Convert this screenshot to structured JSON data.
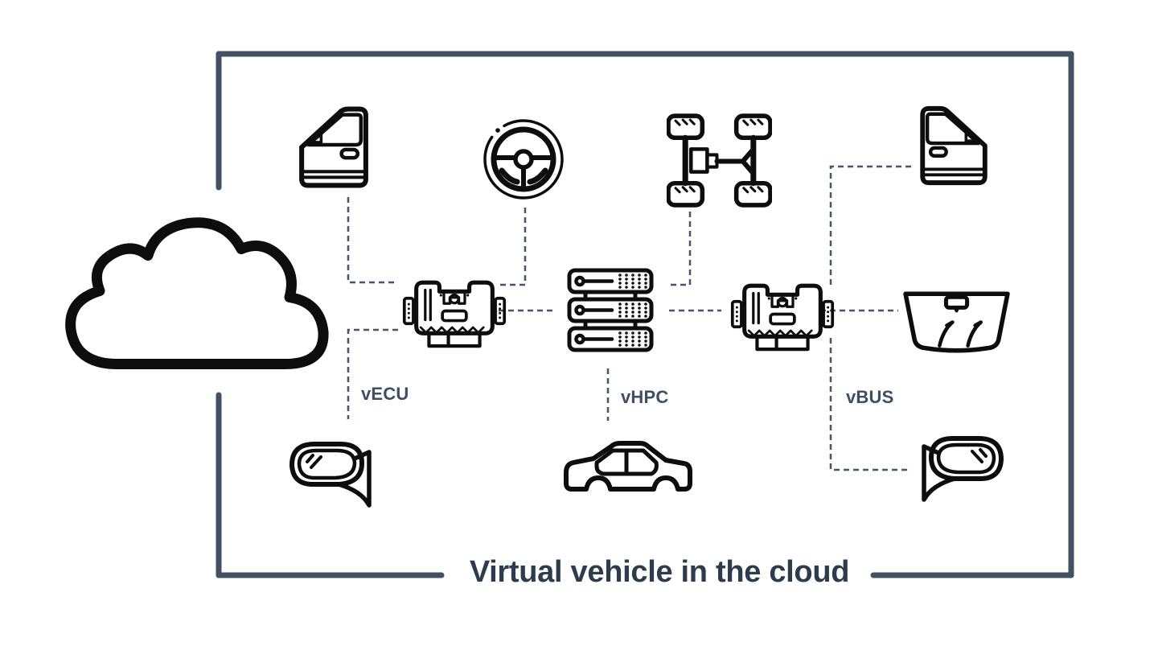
{
  "title": "Virtual vehicle in the cloud",
  "labels": {
    "vecu": "vECU",
    "vhpc": "vHPC",
    "vbus": "vBUS"
  },
  "icons": [
    {
      "name": "cloud-icon"
    },
    {
      "name": "car-door-left-icon"
    },
    {
      "name": "steering-wheel-icon"
    },
    {
      "name": "chassis-drivetrain-icon"
    },
    {
      "name": "car-door-right-icon"
    },
    {
      "name": "ecu-module-left-icon"
    },
    {
      "name": "server-rack-icon"
    },
    {
      "name": "ecu-module-right-icon"
    },
    {
      "name": "windshield-icon"
    },
    {
      "name": "side-mirror-left-icon"
    },
    {
      "name": "car-body-icon"
    },
    {
      "name": "side-mirror-right-icon"
    }
  ],
  "connections": [
    {
      "from": "car-door-left-icon",
      "to": "ecu-module-left-icon"
    },
    {
      "from": "ecu-module-left-icon",
      "to": "side-mirror-left-icon",
      "label": "vECU"
    },
    {
      "from": "steering-wheel-icon",
      "to": "ecu-module-left-icon"
    },
    {
      "from": "ecu-module-left-icon",
      "to": "server-rack-icon"
    },
    {
      "from": "chassis-drivetrain-icon",
      "to": "server-rack-icon"
    },
    {
      "from": "server-rack-icon",
      "to": "car-body-icon",
      "label": "vHPC"
    },
    {
      "from": "server-rack-icon",
      "to": "ecu-module-right-icon"
    },
    {
      "from": "ecu-module-right-icon",
      "to": "windshield-icon"
    },
    {
      "from": "car-door-right-icon",
      "to": "side-mirror-right-icon",
      "label": "vBUS"
    }
  ],
  "colors": {
    "frame": "#425263",
    "connector": "#45566a",
    "label_text": "#3e4f63",
    "title_text": "#2d3c4d",
    "icon": "#0d0d0d",
    "background": "#ffffff"
  }
}
